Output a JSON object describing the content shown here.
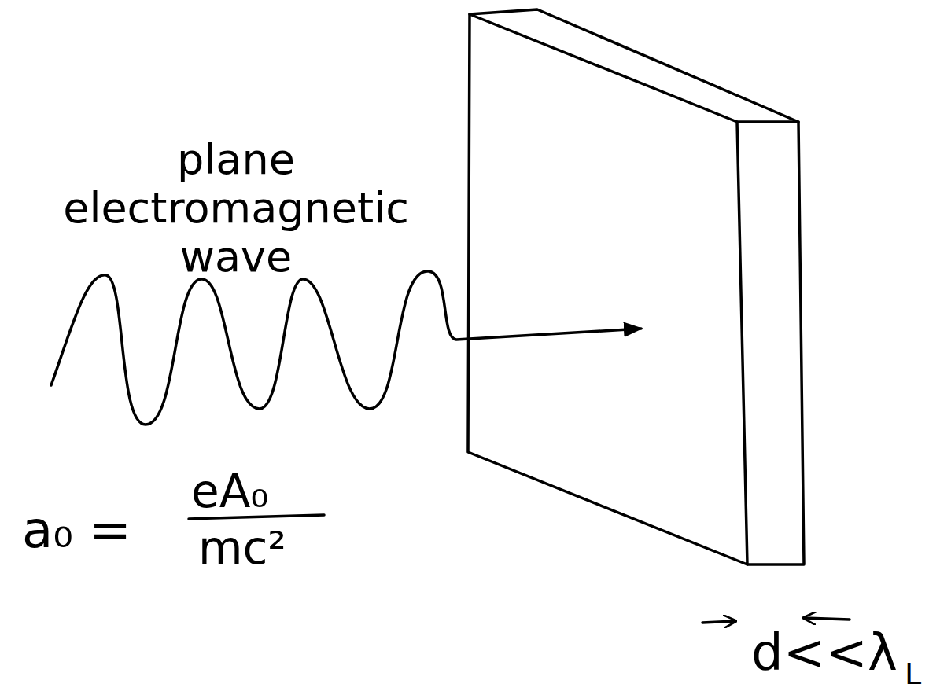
{
  "diagram": {
    "labels": [
      "plane electromagnetic wave",
      "a₀ =",
      "eA₀",
      "mc²",
      "d<<λ",
      "L"
    ]
  }
}
